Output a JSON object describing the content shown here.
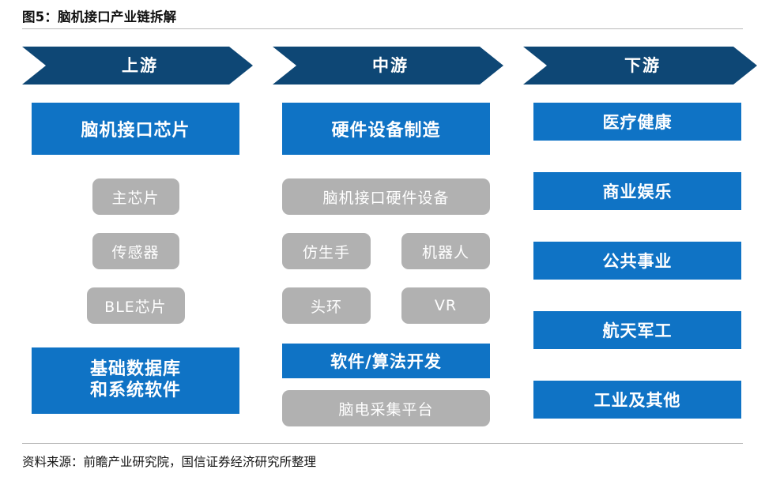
{
  "figure": {
    "title": "图5：脑机接口产业链拆解",
    "source": "资料来源：前瞻产业研究院，国信证券经济研究所整理"
  },
  "colors": {
    "header_navy": "#0e4775",
    "box_blue": "#0f73c5",
    "box_gray": "#b1b1b1",
    "text_white": "#ffffff",
    "rule_gray": "#b9b9b9",
    "background": "#ffffff"
  },
  "headers": [
    {
      "label": "上游"
    },
    {
      "label": "中游"
    },
    {
      "label": "下游"
    }
  ],
  "columns": [
    {
      "key": "upstream",
      "header": "上游",
      "blocks": [
        {
          "type": "blue-primary",
          "label": "脑机接口芯片"
        },
        {
          "type": "gray",
          "label": "主芯片"
        },
        {
          "type": "gray",
          "label": "传感器"
        },
        {
          "type": "gray",
          "label": "BLE芯片"
        },
        {
          "type": "blue-primary-two-line",
          "line1": "基础数据库",
          "line2": "和系统软件"
        }
      ]
    },
    {
      "key": "midstream",
      "header": "中游",
      "blocks": [
        {
          "type": "blue-primary",
          "label": "硬件设备制造"
        },
        {
          "type": "gray-wide",
          "label": "脑机接口硬件设备"
        },
        {
          "type": "gray-pair",
          "left": "仿生手",
          "right": "机器人"
        },
        {
          "type": "gray-pair",
          "left": "头环",
          "right": "VR"
        },
        {
          "type": "blue-sub",
          "label": "软件/算法开发"
        },
        {
          "type": "gray-wide",
          "label": "脑电采集平台"
        }
      ]
    },
    {
      "key": "downstream",
      "header": "下游",
      "blocks": [
        {
          "type": "blue-item",
          "label": "医疗健康"
        },
        {
          "type": "blue-item",
          "label": "商业娱乐"
        },
        {
          "type": "blue-item",
          "label": "公共事业"
        },
        {
          "type": "blue-item",
          "label": "航天军工"
        },
        {
          "type": "blue-item",
          "label": "工业及其他"
        }
      ]
    }
  ]
}
